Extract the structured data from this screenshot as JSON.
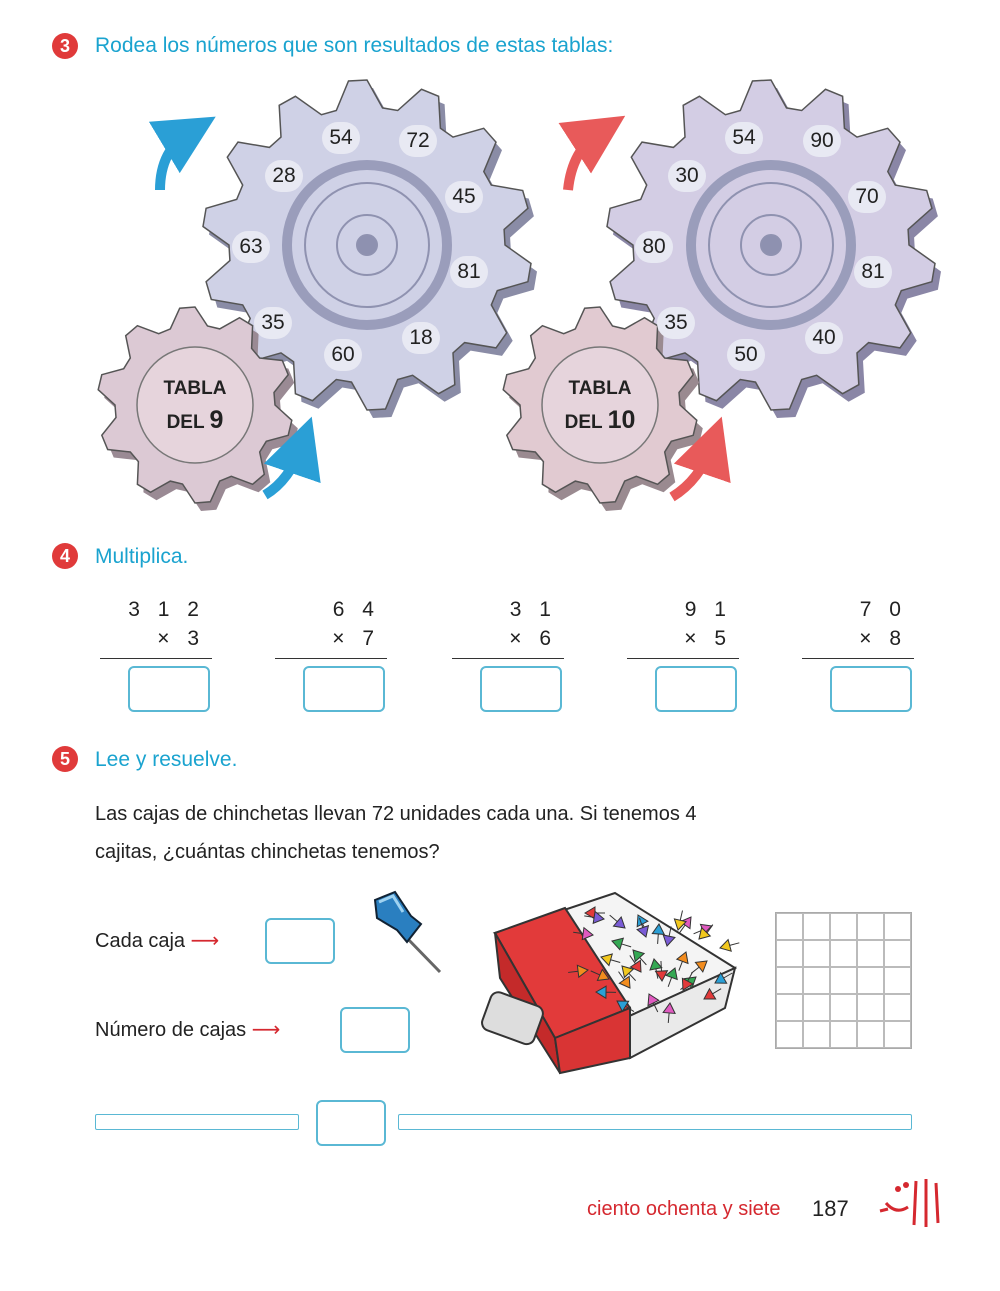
{
  "ex3": {
    "number": "3",
    "title": "Rodea los números que son resultados de estas tablas:",
    "gear9": {
      "label_top": "TABLA",
      "label_bottom": "DEL",
      "table_number": "9",
      "numbers": [
        "54",
        "72",
        "28",
        "45",
        "63",
        "81",
        "35",
        "18",
        "60"
      ]
    },
    "gear10": {
      "label_top": "TABLA",
      "label_bottom": "DEL",
      "table_number": "10",
      "numbers": [
        "54",
        "90",
        "30",
        "70",
        "80",
        "81",
        "35",
        "40",
        "50"
      ]
    },
    "colors": {
      "blue_arrow": "#2a9fd6",
      "red_arrow": "#e85a5a",
      "gear": "#cfd1e6",
      "gear_small": "#dcc9d4"
    }
  },
  "ex4": {
    "number": "4",
    "title": "Multiplica.",
    "operations": [
      {
        "top": "3 1 2",
        "bottom": "× 3"
      },
      {
        "top": "6 4",
        "bottom": "× 7"
      },
      {
        "top": "3 1",
        "bottom": "× 6"
      },
      {
        "top": "9 1",
        "bottom": "× 5"
      },
      {
        "top": "7 0",
        "bottom": "× 8"
      }
    ]
  },
  "ex5": {
    "number": "5",
    "title": "Lee y resuelve.",
    "problem_line1": "Las cajas de chinchetas llevan 72 unidades cada una. Si tenemos 4",
    "problem_line2": "cajitas, ¿cuántas chinchetas tenemos?",
    "label_each_box": "Cada caja",
    "label_num_boxes": "Número de cajas"
  },
  "footer": {
    "text": "ciento ochenta y siete",
    "page_number": "187"
  }
}
